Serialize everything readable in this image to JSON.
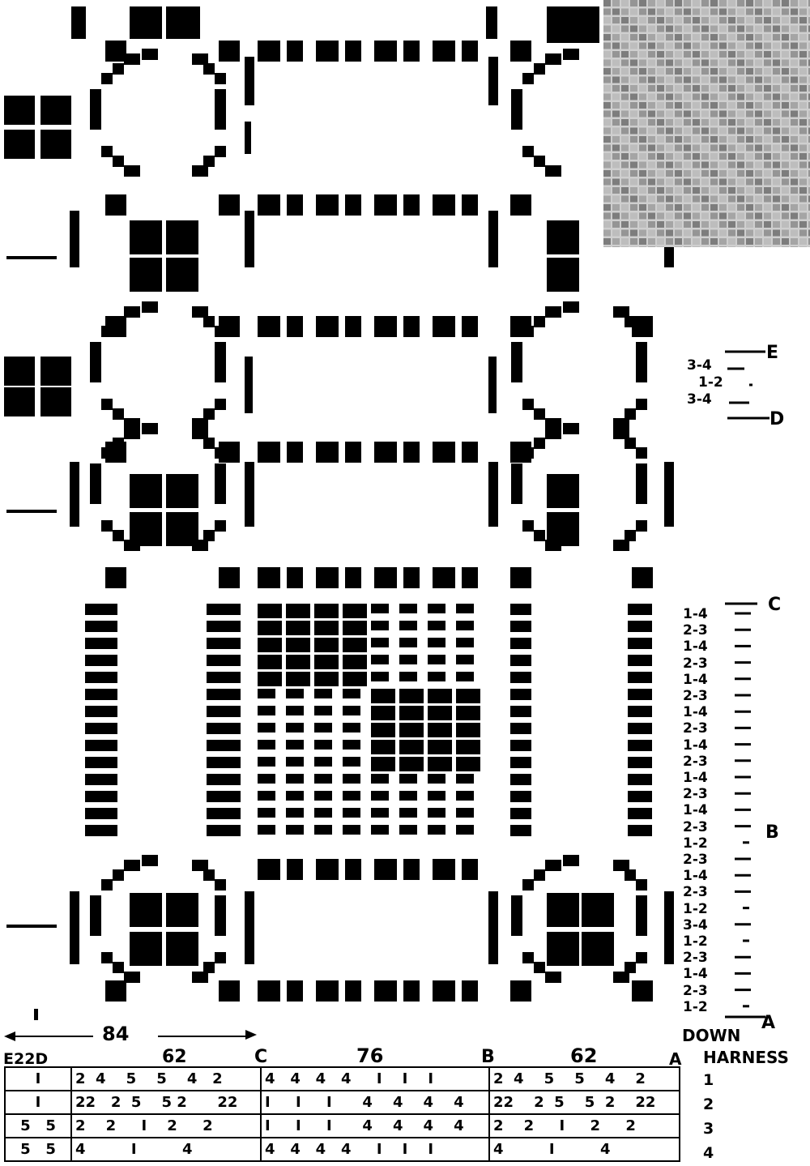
{
  "labels": {
    "width_note": "84",
    "markers": [
      "E",
      "D",
      "C",
      "B",
      "A"
    ],
    "down": "DOWN",
    "harness": "HARNESS",
    "header_left": "E22D",
    "header_62a": "62",
    "header_c": "C",
    "header_76": "76",
    "header_b": "B",
    "header_62b": "62",
    "header_a": "A"
  },
  "treadling_upper": [
    "3-4",
    "1-2",
    "3-4"
  ],
  "treadling_lower": [
    "1-4",
    "2-3",
    "1-4",
    "2-3",
    "1-4",
    "2-3",
    "1-4",
    "2-3",
    "1-4",
    "2-3",
    "1-4",
    "2-3",
    "1-4",
    "2-3",
    "1-2",
    "2-3",
    "1-4",
    "2-3",
    "1-2",
    "3-4",
    "1-2",
    "2-3",
    "1-4",
    "2-3",
    "1-2"
  ],
  "threading": [
    {
      "harness": "1",
      "cells": [
        "I",
        "2  4    5    5    4   2",
        "4   4   4   4     I    I    I",
        "2  4    5    5    4    2"
      ]
    },
    {
      "harness": "2",
      "cells": [
        "I",
        "22   2  5    5 2      22",
        "I     I     I      4    4    4    4",
        "22    2  5    5  2    22"
      ]
    },
    {
      "harness": "3",
      "cells": [
        "5   5",
        "2    2     I    2     2",
        "I     I     I      4    4    4    4",
        "2    2     I     2     2"
      ]
    },
    {
      "harness": "4",
      "cells": [
        "5   5",
        "4         I         4",
        "4   4   4   4     I    I    I",
        "4         I         4"
      ]
    }
  ]
}
